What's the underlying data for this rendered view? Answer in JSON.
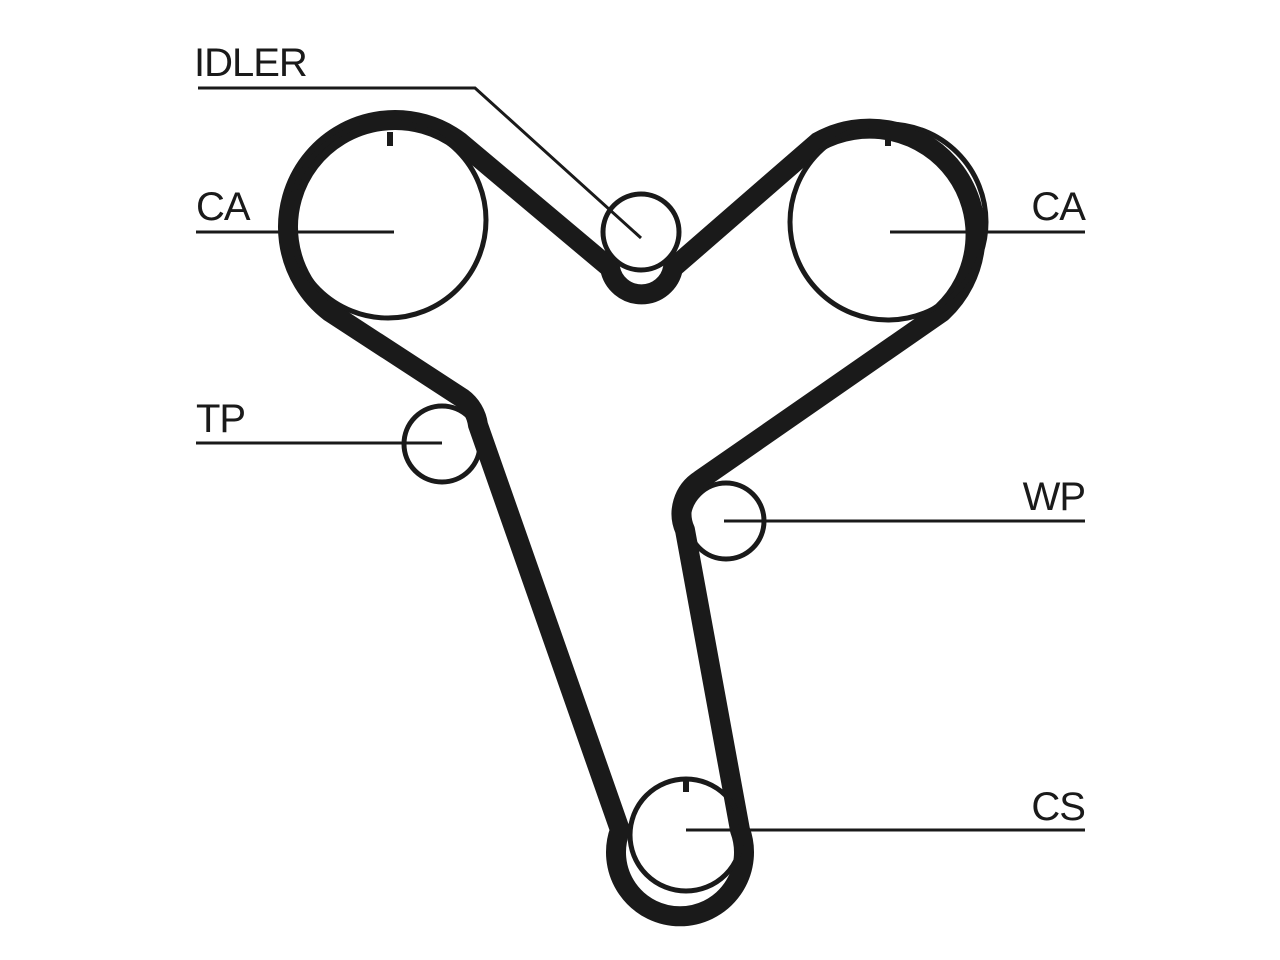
{
  "labels": {
    "idler": "IDLER",
    "ca_left": "CA",
    "ca_right": "CA",
    "tp": "TP",
    "wp": "WP",
    "cs": "CS"
  }
}
